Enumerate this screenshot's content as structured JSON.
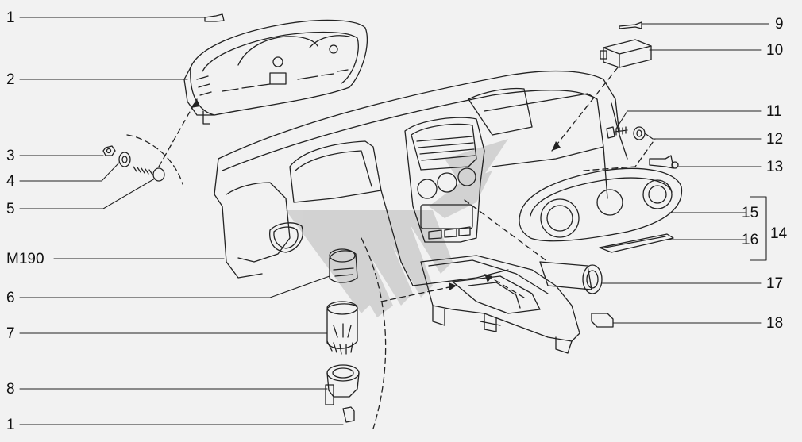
{
  "labels": {
    "left": [
      "1",
      "2",
      "3",
      "4",
      "5",
      "M190",
      "6",
      "7",
      "8",
      "1"
    ],
    "right": [
      "9",
      "10",
      "11",
      "12",
      "13",
      "15",
      "14",
      "16",
      "17",
      "18"
    ]
  },
  "colors": {
    "line": "#222222",
    "background": "#f2f2f2",
    "watermark": "#c8c8c8"
  }
}
